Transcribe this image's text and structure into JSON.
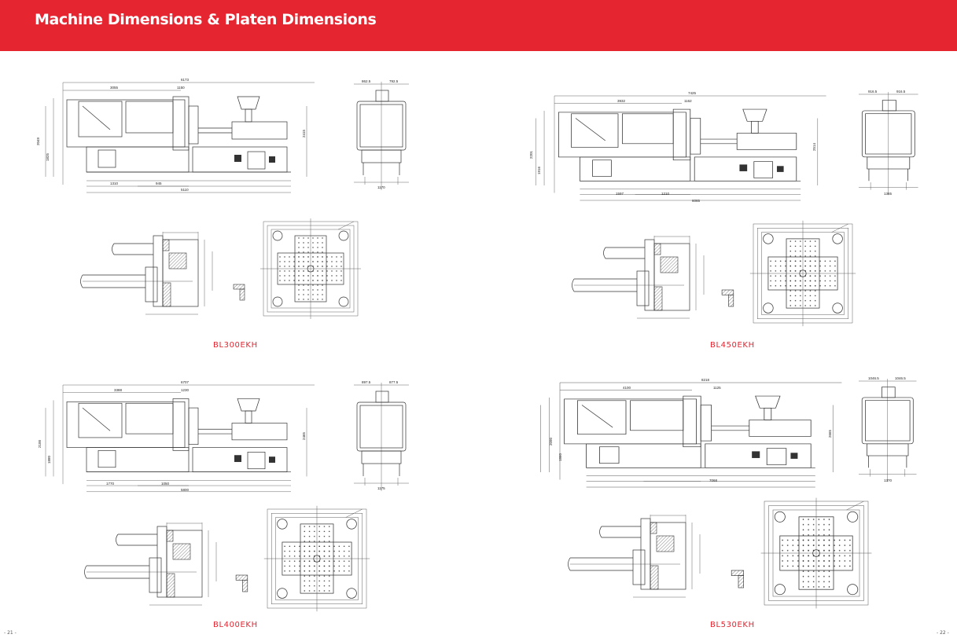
{
  "header": {
    "title": "Machine Dimensions & Platen Dimensions",
    "color": "#e52530"
  },
  "models": [
    {
      "name": "BL300EKH",
      "side": {
        "total": "6173",
        "seg1": "3055",
        "seg2": "1150",
        "h1": "2049",
        "h2": "1825",
        "base1": "1310",
        "base2": "945",
        "base3": "5110",
        "hv": "2415"
      },
      "end": {
        "w1": "862.5",
        "w2": "792.5",
        "base": "1170"
      }
    },
    {
      "name": "BL450EKH",
      "side": {
        "total": "7425",
        "seg1": "3932",
        "seg2": "1162",
        "h1": "2201",
        "h2": "1916",
        "base1": "1597",
        "base2": "1210",
        "base3": "6065",
        "hv": "2514"
      },
      "end": {
        "w1": "916.5",
        "w2": "916.5",
        "base": "1365"
      }
    },
    {
      "name": "BL400EKH",
      "side": {
        "total": "6707",
        "seg1": "3388",
        "seg2": "1230",
        "h1": "2100",
        "h2": "1880",
        "base1": "1770",
        "base2": "1050",
        "base3": "5800",
        "hv": "2465"
      },
      "end": {
        "w1": "897.5",
        "w2": "877.5",
        "base": "1175"
      }
    },
    {
      "name": "BL530EKH",
      "side": {
        "total": "8218",
        "seg1": "4100",
        "seg2": "1125",
        "h1": "2090",
        "h2": "1860",
        "base1": "",
        "base2": "",
        "base3": "7068",
        "hv": "2665"
      },
      "end": {
        "w1": "1046.5",
        "w2": "1046.5",
        "base": "1370"
      }
    }
  ],
  "page_numbers": {
    "left": "- 21 -",
    "right": "- 22 -"
  }
}
